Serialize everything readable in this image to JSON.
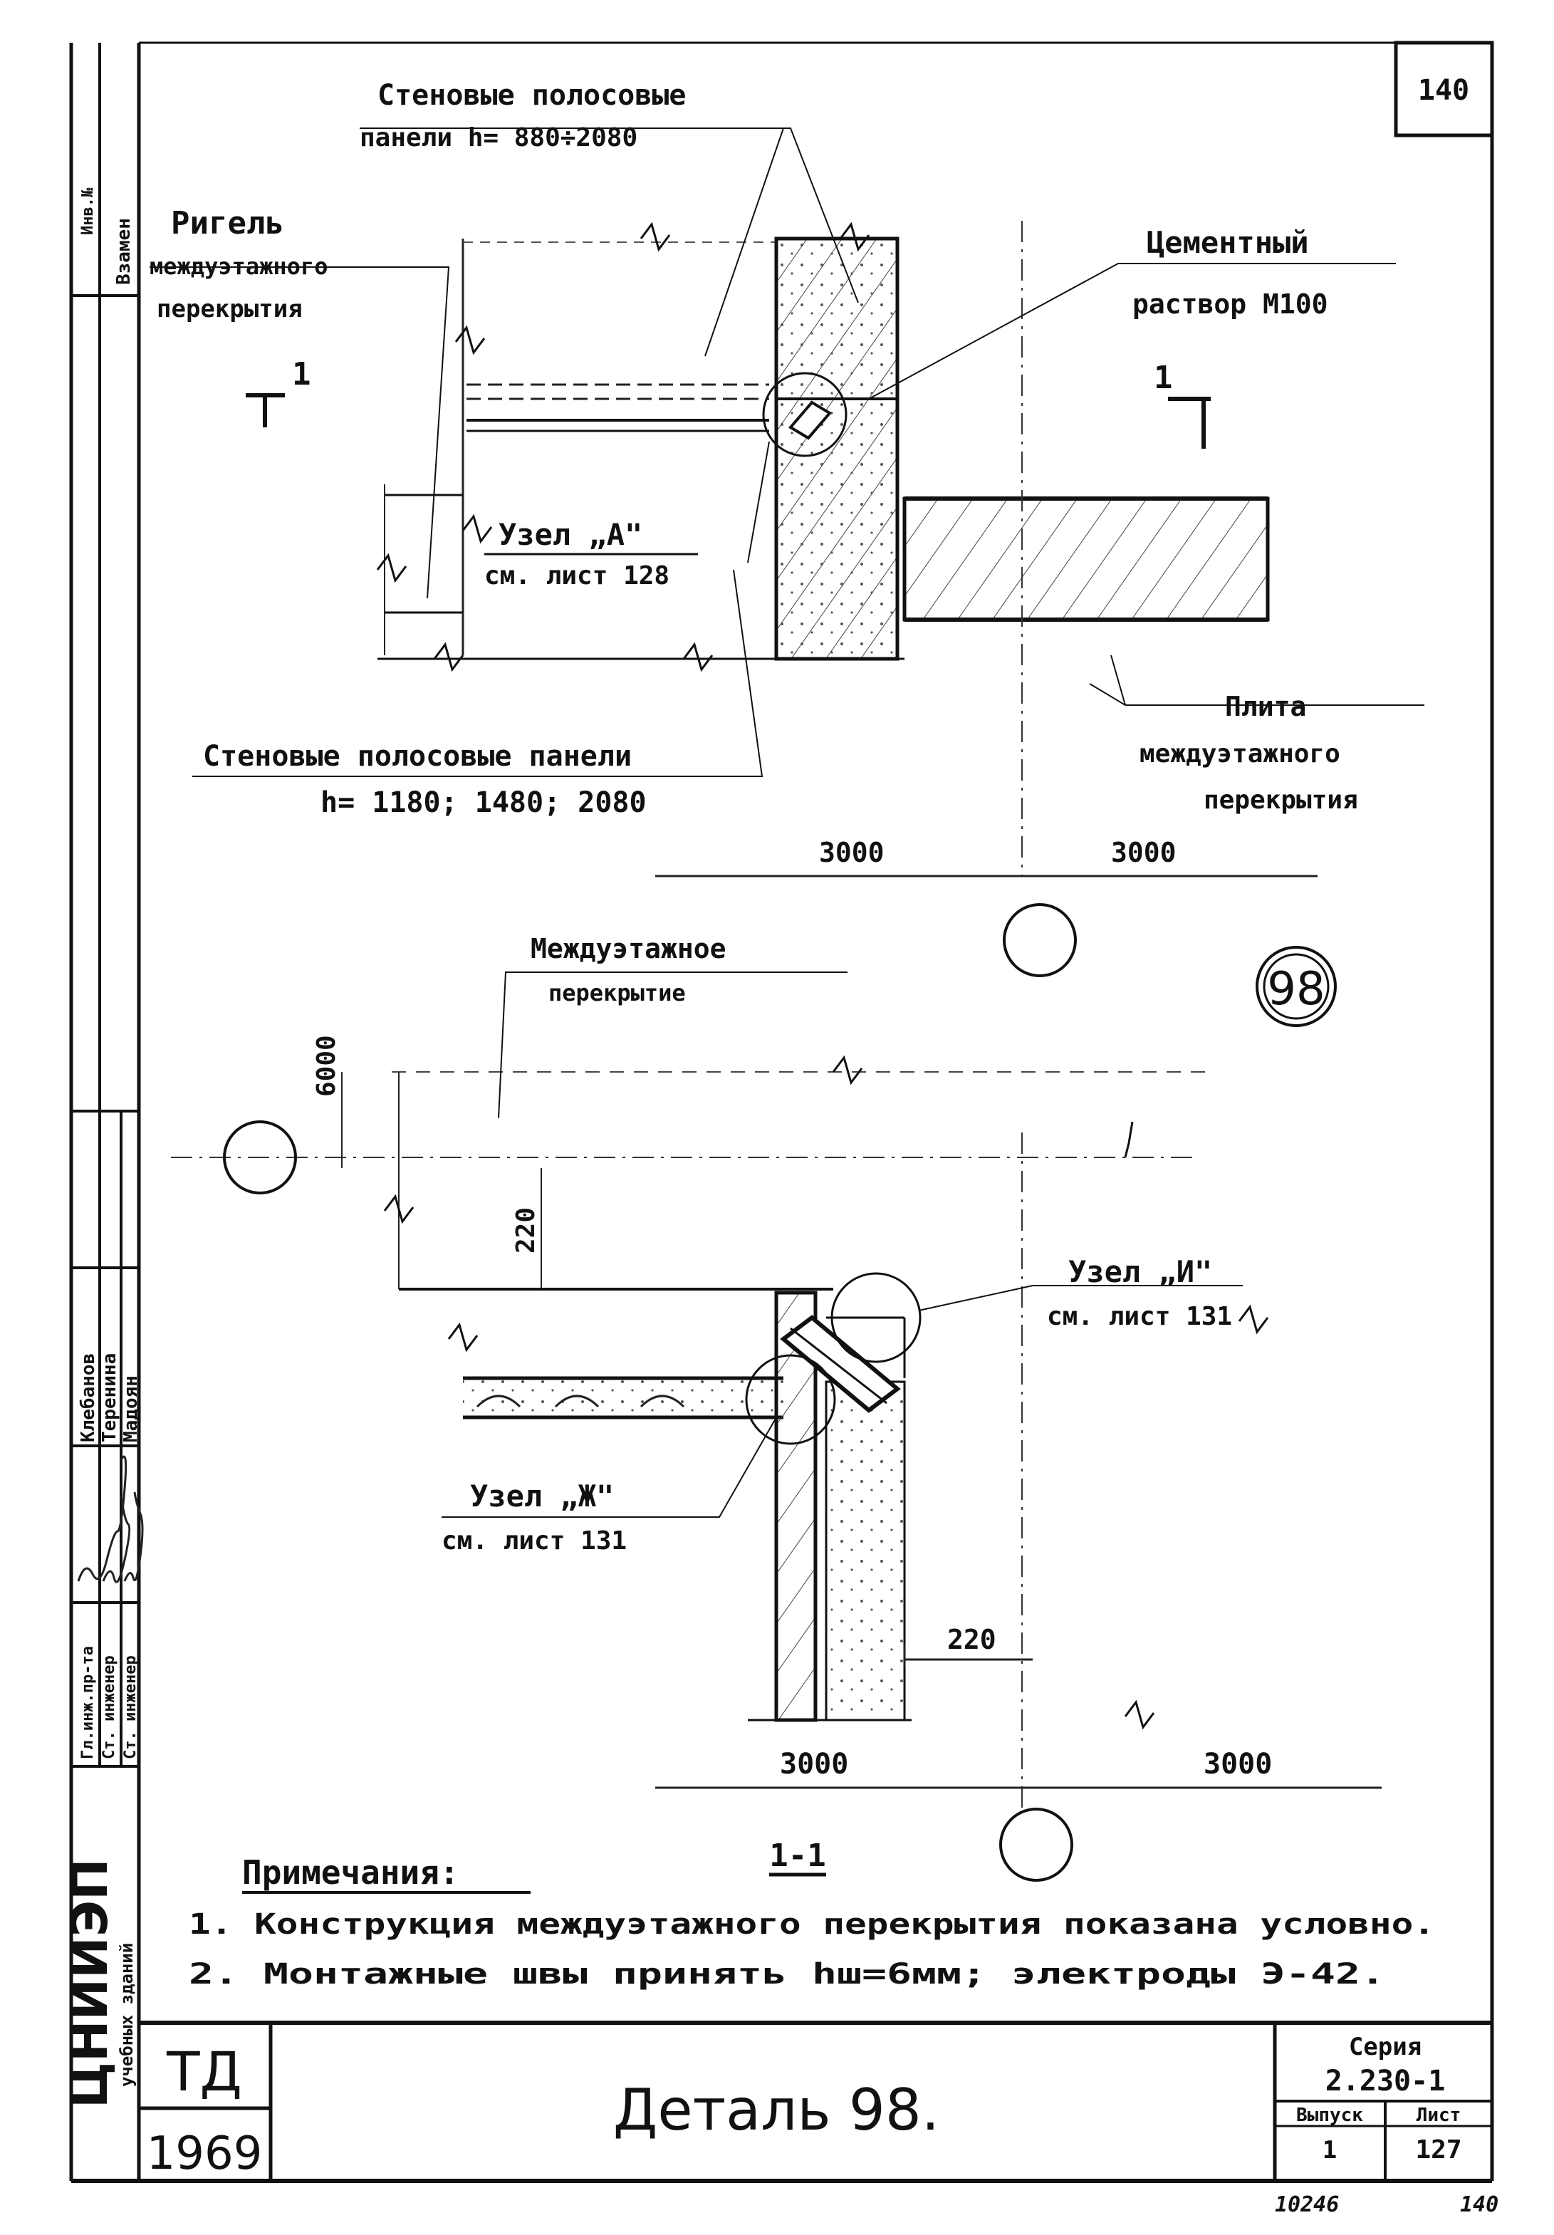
{
  "sheet": {
    "page_number": "140",
    "bottom_left_code": "10246",
    "bottom_right_code": "140"
  },
  "labels": {
    "wall_panels_top_line1": "Стеновые полосовые",
    "wall_panels_top_line2": "панели  h= 880÷2080",
    "crossbar_line1": "Ригель",
    "crossbar_line2": "междуэтажного",
    "crossbar_line3": "перекрытия",
    "mortar_line1": "Цементный",
    "mortar_line2": "раствор  М100",
    "section_mark_left": "1",
    "section_mark_right": "1",
    "node_a_line1": "Узел „А\"",
    "node_a_line2": "см. лист 128",
    "wall_panels_bottom_line1": "Стеновые полосовые панели",
    "wall_panels_bottom_line2": "h= 1180; 1480; 2080",
    "slab_line1": "Плита",
    "slab_line2": "междуэтажного",
    "slab_line3": "перекрытия",
    "floor_line1": "Междуэтажное",
    "floor_line2": "перекрытие",
    "node_i_line1": "Узел „И\"",
    "node_i_line2": "см. лист 131",
    "node_zh_line1": "Узел „Ж\"",
    "node_zh_line2": "см. лист 131",
    "detail_badge": "98"
  },
  "dimensions": {
    "top_left": "3000",
    "top_right": "3000",
    "vertical_6000": "6000",
    "vertical_220": "220",
    "horizontal_220": "220",
    "bottom_left": "3000",
    "bottom_right": "3000"
  },
  "section_label": "1-1",
  "notes": {
    "heading": "Примечания:",
    "item1": "1. Конструкция междуэтажного перекрытия показана условно.",
    "item2": "2. Монтажные швы принять hш=6мм; электроды Э-42."
  },
  "left_strip": {
    "inv_label": "Инв.№",
    "vzamen_label": "Взамен",
    "row1_role": "Гл.инж.пр-та",
    "row1_name": "Клебанов",
    "row2_role": "Ст. инженер",
    "row2_name": "Теренина",
    "row3_role": "Ст. инженер",
    "row3_name": "Мадоян",
    "org_name": "ЦНИИЭП",
    "org_sub": "учебных зданий"
  },
  "title_block": {
    "td": "ТД",
    "year": "1969",
    "title": "Деталь  98.",
    "series_label": "Серия",
    "series_value": "2.230-1",
    "issue_label": "Выпуск",
    "issue_value": "1",
    "sheet_label": "Лист",
    "sheet_value": "127"
  }
}
